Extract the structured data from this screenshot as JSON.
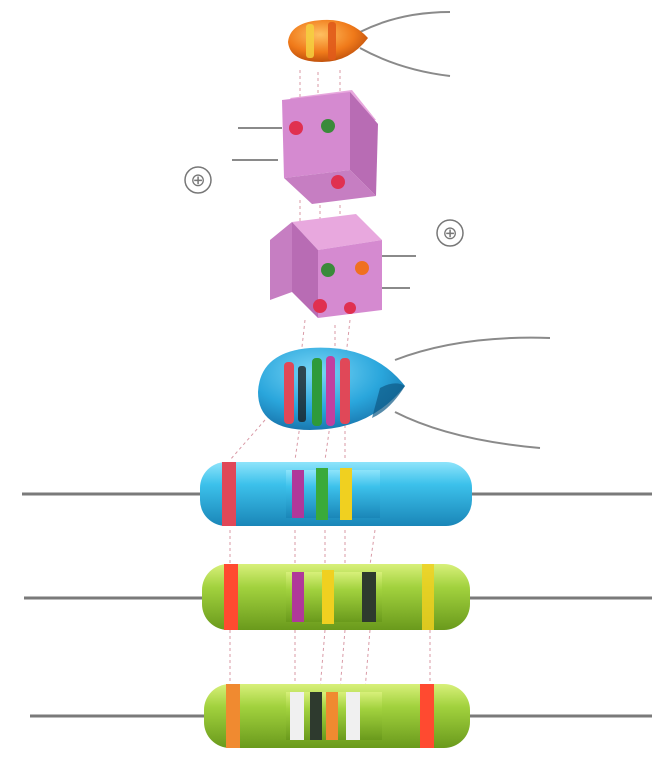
{
  "diagram": {
    "symbols": [
      "⊕",
      "⊕"
    ],
    "components": [
      {
        "id": "small-ceramic-capacitor",
        "type": "bead",
        "bands": [
          "#f07020",
          "#f5d040"
        ]
      },
      {
        "id": "pink-cube-upper",
        "type": "cube",
        "dots": [
          "#e03050",
          "#3a8a3a",
          "#e03050"
        ]
      },
      {
        "id": "pink-cube-lower",
        "type": "cube",
        "dots": [
          "#3a8a3a",
          "#f07020",
          "#e03050",
          "#e03050"
        ]
      },
      {
        "id": "blue-bead-capacitor",
        "type": "bead",
        "bands": [
          "#e04858",
          "#2e7d32",
          "#c040a0",
          "#e04858"
        ]
      },
      {
        "id": "blue-resistor",
        "type": "resistor",
        "body": "#32b4dc",
        "bands": [
          "#e04858",
          "#b0389a",
          "#3aaa3a",
          "#f0d020"
        ]
      },
      {
        "id": "green-resistor",
        "type": "resistor",
        "body": "#9ccc3a",
        "bands": [
          "#ff4a30",
          "#b0389a",
          "#f0d020",
          "#2e3a2e",
          "#f0d020"
        ]
      },
      {
        "id": "green-resistor-lower",
        "type": "resistor",
        "body": "#9ccc3a",
        "bands": [
          "#f08a30",
          "#f0f0f0",
          "#2e3a2e",
          "#f08a30",
          "#f0f0f0",
          "#ff4a30"
        ]
      }
    ]
  }
}
